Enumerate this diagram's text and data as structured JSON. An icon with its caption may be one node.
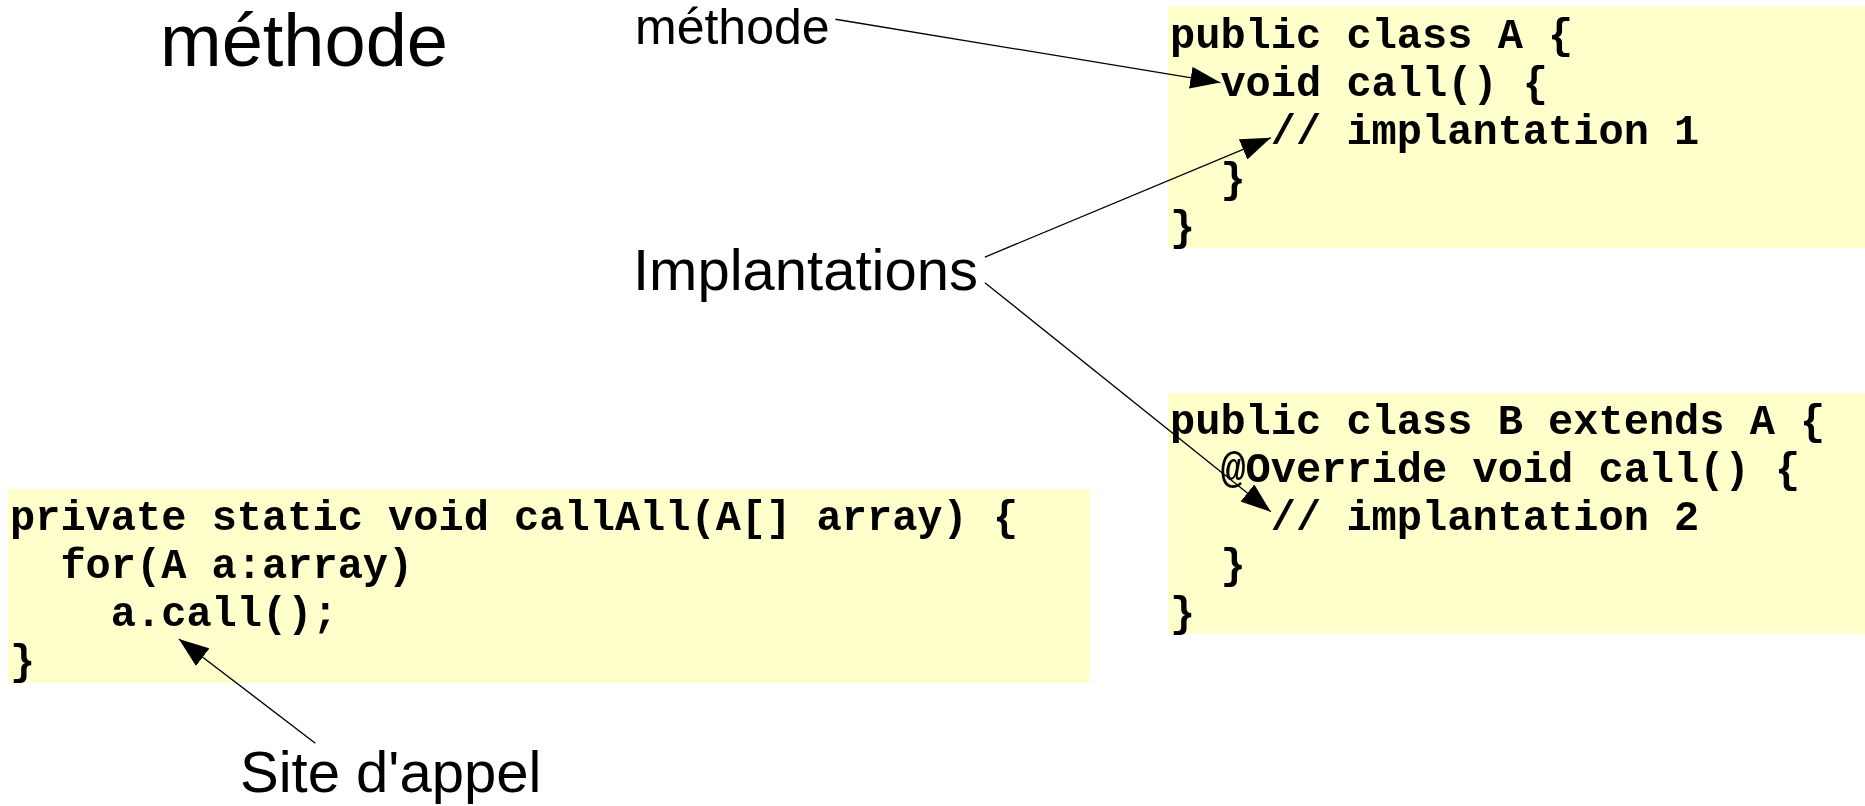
{
  "diagram": {
    "nodes": [
      {
        "text": [
          "méthode"
        ]
      },
      {
        "text": [],
        "shape": "box"
      },
      {
        "text": [
          "public class A {"
        ],
        "in": 1
      },
      {
        "text": [
          "void call() {"
        ],
        "in": 1
      },
      {
        "text": [
          "// implantation 1"
        ],
        "in": 1
      },
      {
        "text": [
          "}"
        ],
        "in": 1
      },
      {
        "text": [
          "}"
        ],
        "in": 1
      },
      {
        "text": [
          "Implantations"
        ]
      },
      {
        "text": [],
        "shape": "box"
      },
      {
        "text": [
          "public class B extends A {"
        ],
        "in": 8
      },
      {
        "text": [
          "@Override void call() {"
        ],
        "in": 8
      },
      {
        "text": [
          "// implantation 2"
        ],
        "in": 8
      },
      {
        "text": [
          "}"
        ],
        "in": 8
      },
      {
        "text": [
          "}"
        ],
        "in": 8
      },
      {
        "text": [],
        "shape": "box"
      },
      {
        "text": [
          "private static void callAll(A[] array) {"
        ],
        "in": 14
      },
      {
        "text": [
          "for(A a:array)"
        ],
        "in": 14
      },
      {
        "text": [
          "a.call();"
        ],
        "in": 14
      },
      {
        "text": [
          "}"
        ],
        "in": 14
      },
      {
        "text": [
          "Site d'appel"
        ]
      }
    ],
    "edges": [
      {
        "from": 0,
        "to": 3,
        "arrow": "to"
      },
      {
        "from": 7,
        "to": 4,
        "arrow": "to"
      },
      {
        "from": 7,
        "to": 11,
        "arrow": "to"
      },
      {
        "from": 19,
        "to": 17,
        "arrow": "to"
      }
    ],
    "labels": [
      "méthode"
    ]
  }
}
